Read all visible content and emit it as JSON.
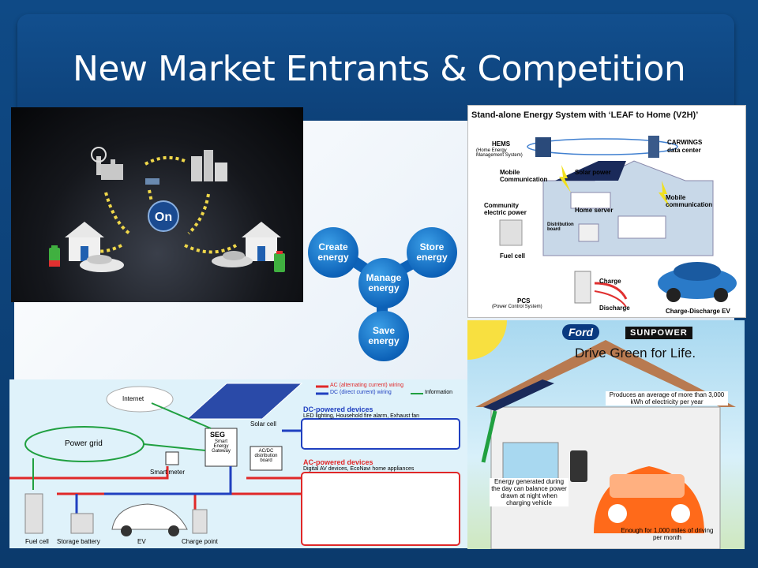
{
  "slide": {
    "title": "New Market Entrants & Competition"
  },
  "onstar": {
    "logo_text": "On"
  },
  "energy_circles": {
    "create": "Create energy",
    "store": "Store energy",
    "manage": "Manage energy",
    "save": "Save energy"
  },
  "leaf": {
    "title": "Stand-alone Energy System with ‘LEAF to Home (V2H)’",
    "hems": "HEMS",
    "hems_sub": "(Home Energy Management System)",
    "carwings": "CARWINGS",
    "carwings_sub": "data center",
    "mobile_comm": "Mobile Communication",
    "solar_power": "Solar power",
    "mobile_comm2": "Mobile communication",
    "community_power": "Community electric power",
    "home_server": "Home server",
    "distribution_board": "Distribution board",
    "fuel_cell": "Fuel cell",
    "pcs": "PCS",
    "pcs_sub": "(Power Control System)",
    "charge": "Charge",
    "discharge": "Discharge",
    "charge_discharge_ev": "Charge-Discharge EV"
  },
  "seg": {
    "legend_ac": "AC (alternating current) wiring",
    "legend_dc": "DC (direct current) wiring",
    "legend_info": "Information",
    "internet": "Internet",
    "power_grid": "Power grid",
    "solar_cell": "Solar cell",
    "seg_title": "SEG",
    "seg_sub": "Smart Energy Gateway",
    "acdc_board": "AC/DC distribution board",
    "smart_meter": "Smart meter",
    "dc_devices": "DC-powered devices",
    "dc_devices_sub": "LED lighting, Household fire alarm, Exhaust fan",
    "ac_devices": "AC-powered devices",
    "ac_devices_sub": "Digital AV devices, EcoNavi home appliances",
    "fuel_cell": "Fuel cell",
    "storage_battery": "Storage battery",
    "ev": "EV",
    "charge_point": "Charge point"
  },
  "ford": {
    "ford_logo": "Ford",
    "sunpower_logo": "SUNPOWER",
    "headline": "Drive Green for Life.",
    "produces": "Produces an average of more than 3,000 kWh of electricity per year",
    "energy_generated": "Energy generated during the day can balance power drawn at night when charging vehicle",
    "enough_for": "Enough for 1,000 miles of driving per month"
  },
  "colors": {
    "title_bar": "#124f8e",
    "circle_blue": "#0d62b8",
    "ac_red": "#e02828",
    "dc_blue": "#2040c0",
    "info_green": "#20a040"
  }
}
